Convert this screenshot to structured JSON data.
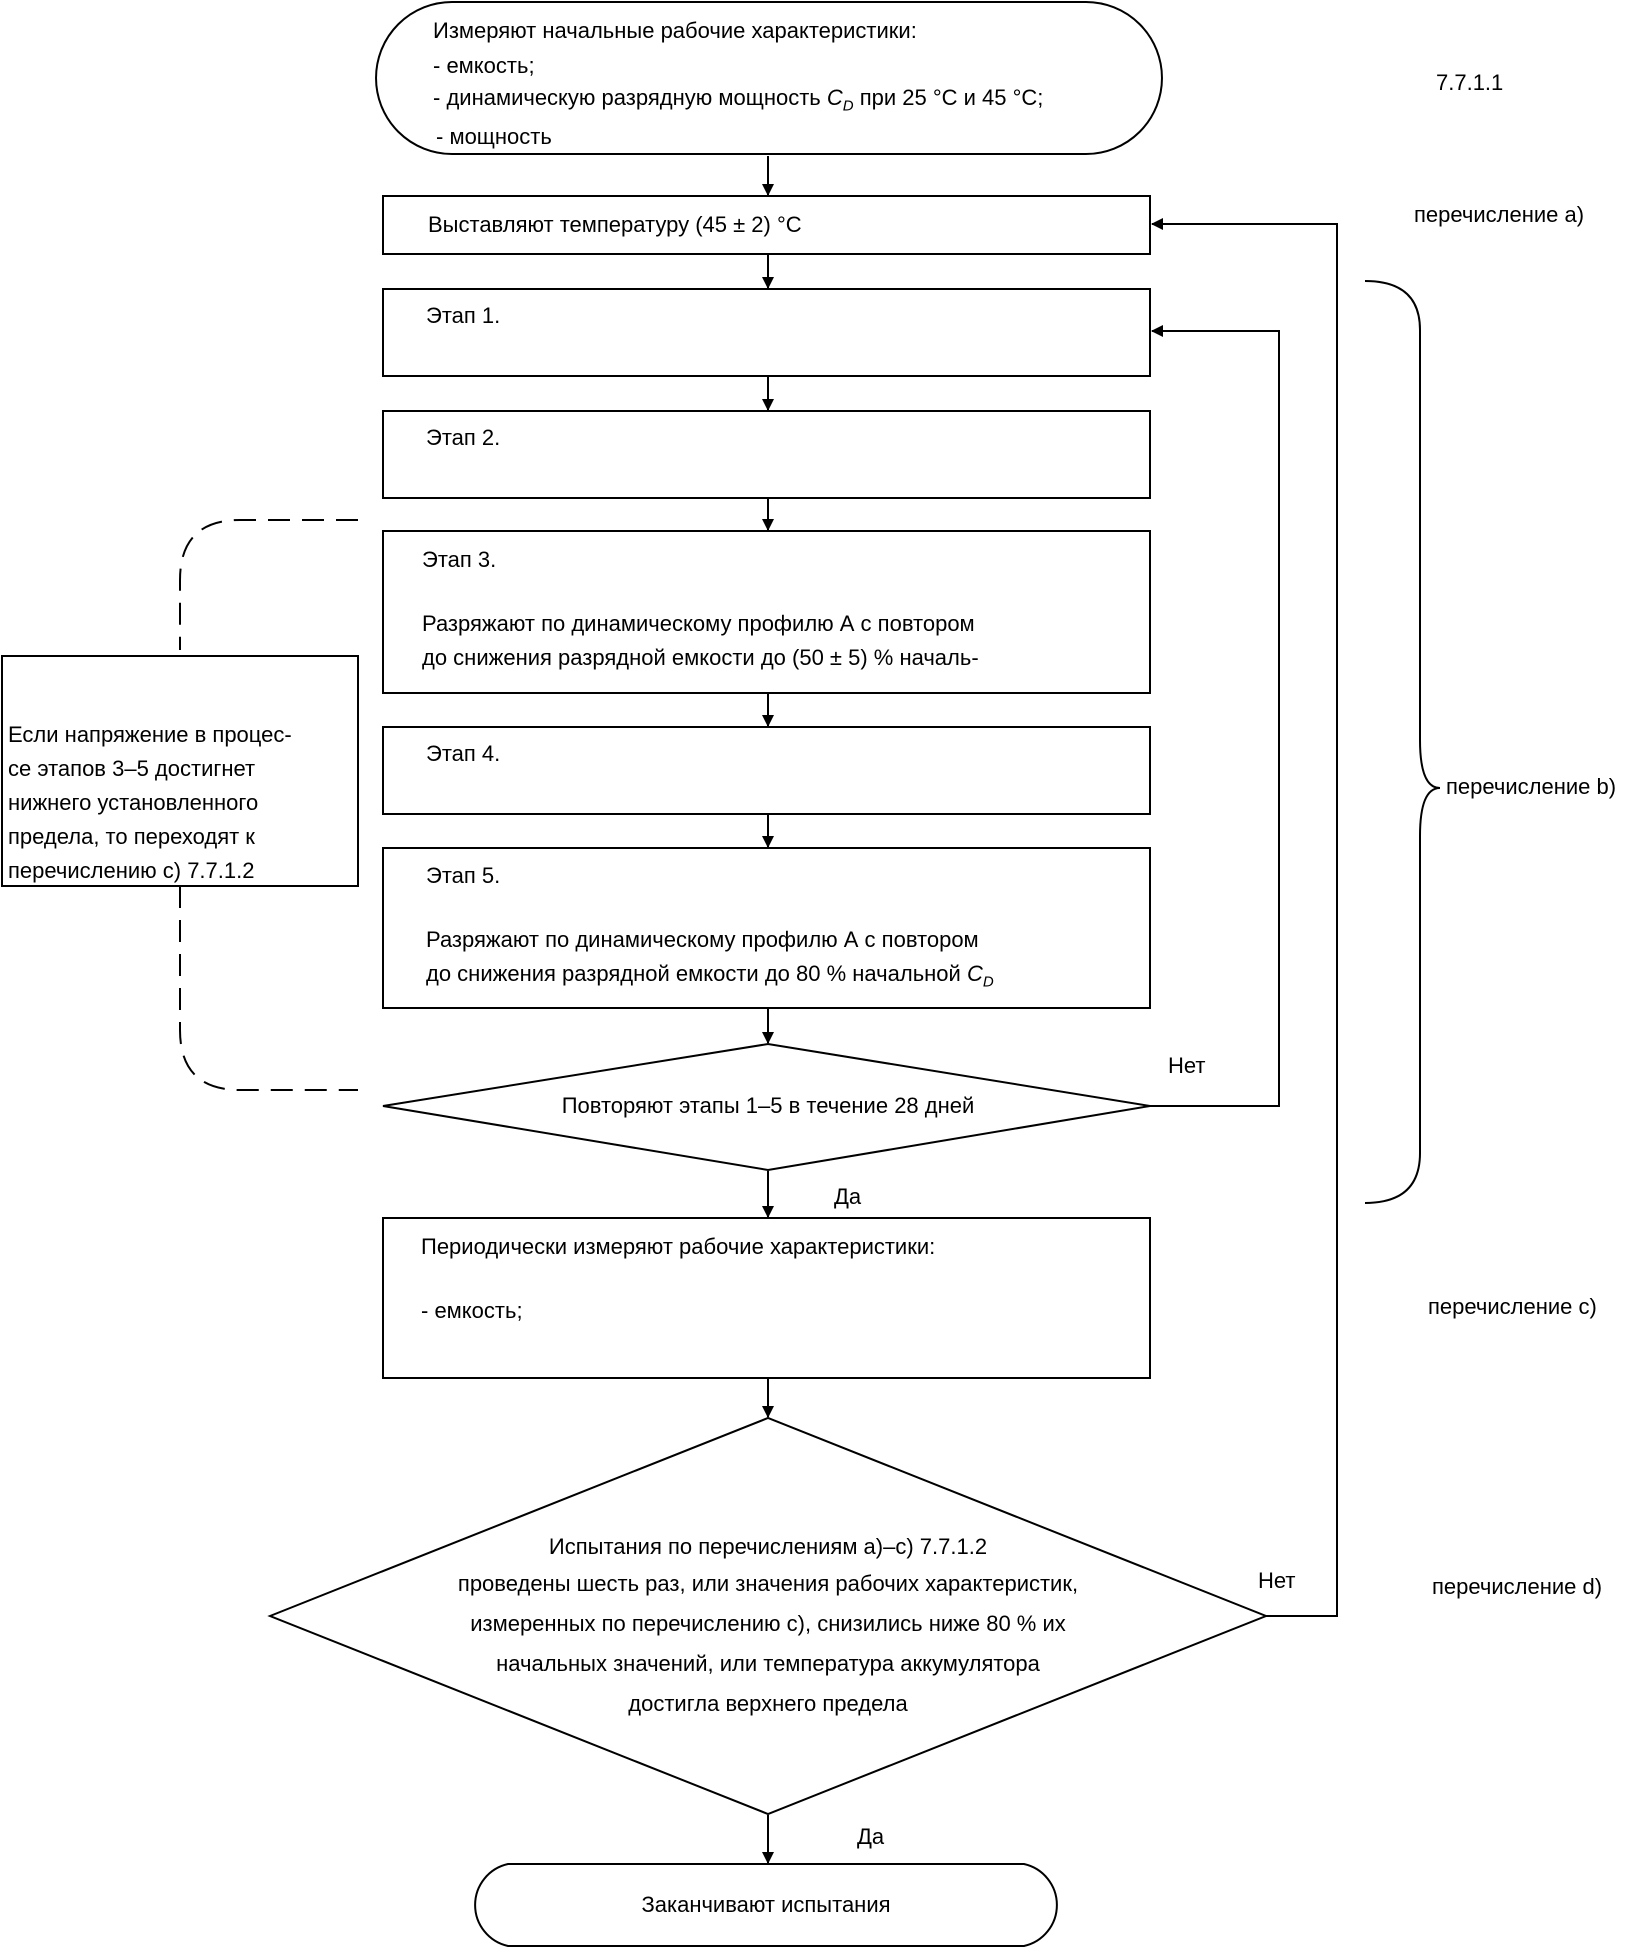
{
  "start": {
    "title": "Измеряют начальные рабочие характеристики:",
    "item1": "- емкость;",
    "item2_prefix": "- динамическую разрядную мощность ",
    "item2_symbol": "C",
    "item2_sub": "D",
    "item2_suffix": " при 25 °С и 45 °С;",
    "item3": "- мощность"
  },
  "ref_top": "7.7.1.1",
  "set_temp": "Выставляют температуру (45 ± 2) °С",
  "stage1": "Этап 1.",
  "stage2": "Этап 2.",
  "stage3": {
    "title": "Этап 3.",
    "line1": "Разряжают по динамическому профилю А с повтором",
    "line2": "до снижения разрядной емкости до (50 ± 5) % началь-"
  },
  "stage4": "Этап 4.",
  "stage5": {
    "title": "Этап 5.",
    "line1": "Разряжают по динамическому профилю А с повтором",
    "line2_prefix": "до снижения разрядной емкости до 80 % начальной ",
    "line2_symbol": "C",
    "line2_sub": "D"
  },
  "side_note": [
    "Если напряжение в процес-",
    "се этапов 3–5 достигнет",
    "нижнего установленного",
    "предела, то переходят к",
    "перечислению с) 7.7.1.2"
  ],
  "decision1": "Повторяют этапы 1–5 в течение 28 дней",
  "decision1_no": "Нет",
  "decision1_yes": "Да",
  "periodic": {
    "title": "Периодически измеряют рабочие характеристики:",
    "item1": "- емкость;"
  },
  "decision2": [
    "Испытания по перечислениям а)–с) 7.7.1.2",
    "проведены шесть раз, или значения рабочих характеристик,",
    "измеренных по перечислению с), снизились ниже 80 % их",
    "начальных значений, или температура аккумулятора",
    "достигла верхнего предела"
  ],
  "decision2_no": "Нет",
  "decision2_yes": "Да",
  "end": "Заканчивают испытания",
  "refs": {
    "a": "перечисление а)",
    "b": "перечисление b)",
    "c": "перечисление с)",
    "d": "перечисление d)"
  }
}
